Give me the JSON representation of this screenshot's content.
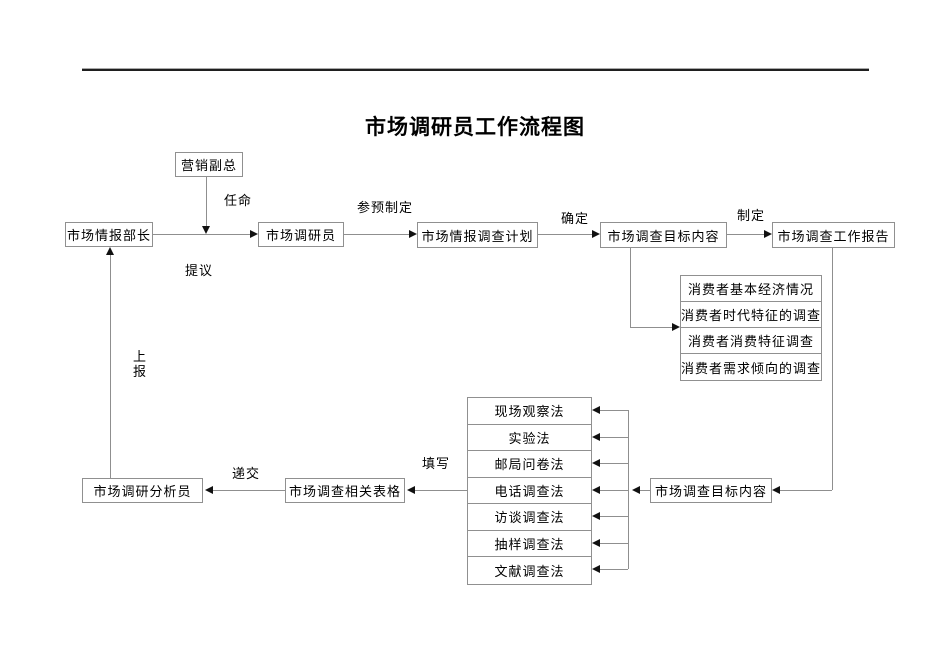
{
  "page": {
    "title": "市场调研员工作流程图"
  },
  "nodes": {
    "vp": "营销副总",
    "intel_chief": "市场情报部长",
    "researcher": "市场调研员",
    "intel_plan": "市场情报调查计划",
    "target_content": "市场调查目标内容",
    "work_report": "市场调查工作报告",
    "analyst": "市场调研分析员",
    "forms": "市场调查相关表格",
    "target_content_2": "市场调查目标内容"
  },
  "edge_labels": {
    "appoint": "任命",
    "propose": "提议",
    "participate": "参预制定",
    "confirm": "确定",
    "formulate": "制定",
    "report_up": "上报",
    "submit": "递交",
    "fill": "填写"
  },
  "consumer_items": [
    "消费者基本经济情况",
    "消费者时代特征的调查",
    "消费者消费特征调查",
    "消费者需求倾向的调查"
  ],
  "method_items": [
    "现场观察法",
    "实验法",
    "邮局问卷法",
    "电话调查法",
    "访谈调查法",
    "抽样调查法",
    "文献调查法"
  ]
}
